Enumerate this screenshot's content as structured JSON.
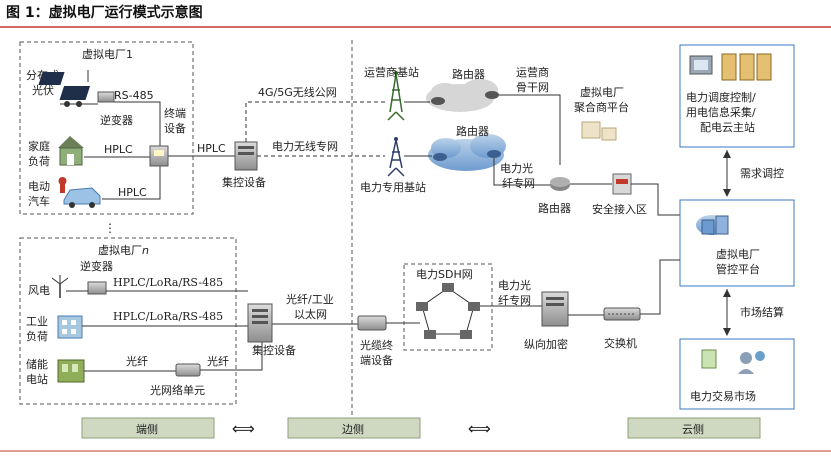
{
  "title": "图 1：虚拟电厂运行模式示意图",
  "colors": {
    "title_rule": "#c0392b",
    "band": "#cfd9c1",
    "box": "#3a78c0",
    "line": "#333333"
  },
  "vpp1": {
    "title": "虚拟电厂1",
    "pv_l1": "分布式",
    "pv_l2": "光伏",
    "rs485": "RS-485",
    "inverter": "逆变器",
    "home_l1": "家庭",
    "home_l2": "负荷",
    "hplc_home": "HPLC",
    "ev_l1": "电动",
    "ev_l2": "汽车",
    "hplc_ev": "HPLC",
    "terminal_l1": "终端",
    "terminal_l2": "设备"
  },
  "hplc_main": "HPLC",
  "concentrator_top": "集控设备",
  "link_4g5g": "4G/5G无线公网",
  "link_power_wireless": "电力无线专网",
  "carrier_station": "运营商基站",
  "power_station": "电力专用基站",
  "router_top": "路由器",
  "router_mid": "路由器",
  "router_bottom": "路由器",
  "carrier_backbone_l1": "运营商",
  "carrier_backbone_l2": "骨干网",
  "aggregator_l1": "虚拟电厂",
  "aggregator_l2": "聚合商平台",
  "fiber_top_l1": "电力光",
  "fiber_top_l2": "纤专网",
  "security_access": "安全接入区",
  "dispatch_l1": "电力调度控制/",
  "dispatch_l2": "用电信息采集/",
  "dispatch_l3": "配电云主站",
  "demand_response": "需求调控",
  "vpp_platform_l1": "虚拟电厂",
  "vpp_platform_l2": "管控平台",
  "market_settlement": "市场结算",
  "market": "电力交易市场",
  "vppn": {
    "dots": "⋮",
    "title_main": "虚拟电厂",
    "title_n": "n",
    "inverter": "逆变器",
    "wind": "风电",
    "link_wind": "HPLC/LoRa/RS-485",
    "industry_l1": "工业",
    "industry_l2": "负荷",
    "link_industry": "HPLC/LoRa/RS-485",
    "storage_l1": "储能",
    "storage_l2": "电站",
    "fiber_left": "光纤",
    "fiber_right": "光纤",
    "onu": "光网络单元"
  },
  "concentrator_bottom": "集控设备",
  "ethernet_l1": "光纤/工业",
  "ethernet_l2": "以太网",
  "olt_l1": "光缆终",
  "olt_l2": "端设备",
  "sdh": "电力SDH网",
  "fiber_bottom_l1": "电力光",
  "fiber_bottom_l2": "纤专网",
  "encryption": "纵向加密",
  "switch": "交换机",
  "bands": {
    "edge": "端侧",
    "border": "边侧",
    "cloud": "云侧"
  },
  "arrow_glyph": "⟺"
}
